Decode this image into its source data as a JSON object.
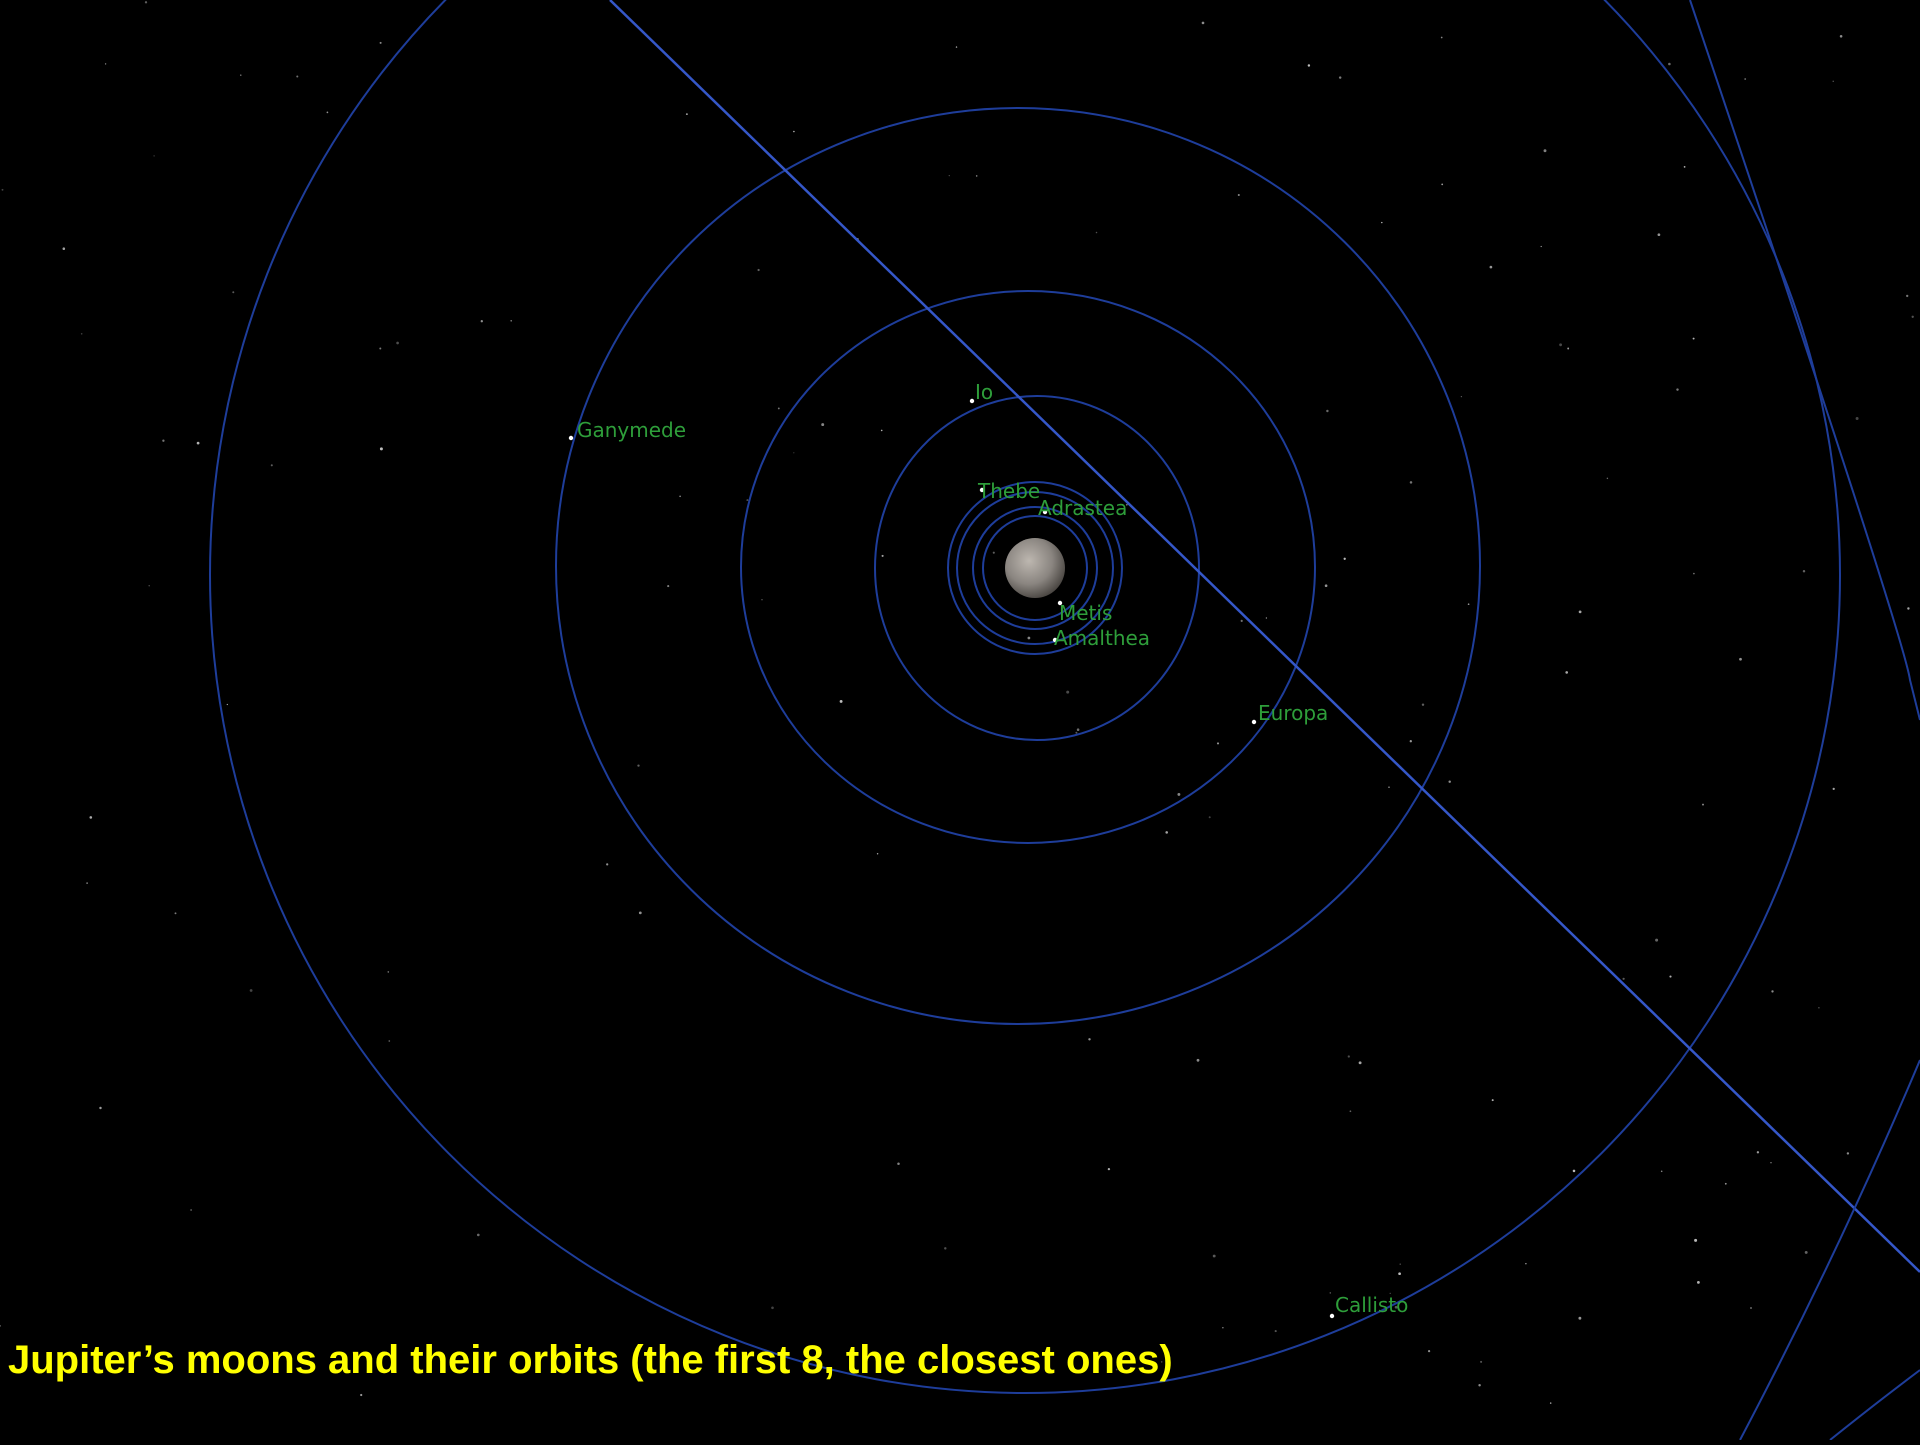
{
  "caption": "Jupiter’s moons and their orbits (the first 8, the closest ones)",
  "colors": {
    "background": "#000000",
    "orbit": "#1e3d9a",
    "ecliptic_line": "#3557c8",
    "label": "#2e9e3a",
    "caption": "#ffff00",
    "planet": "#8a8580",
    "moon_dot": "#ffffff"
  },
  "planet": {
    "name": "Jupiter",
    "icon": "jupiter-planet-icon"
  },
  "moons": [
    {
      "id": "metis",
      "label": "Metis"
    },
    {
      "id": "adrastea",
      "label": "Adrastea"
    },
    {
      "id": "amalthea",
      "label": "Amalthea"
    },
    {
      "id": "thebe",
      "label": "Thebe"
    },
    {
      "id": "io",
      "label": "Io"
    },
    {
      "id": "europa",
      "label": "Europa"
    },
    {
      "id": "ganymede",
      "label": "Ganymede"
    },
    {
      "id": "callisto",
      "label": "Callisto"
    }
  ]
}
